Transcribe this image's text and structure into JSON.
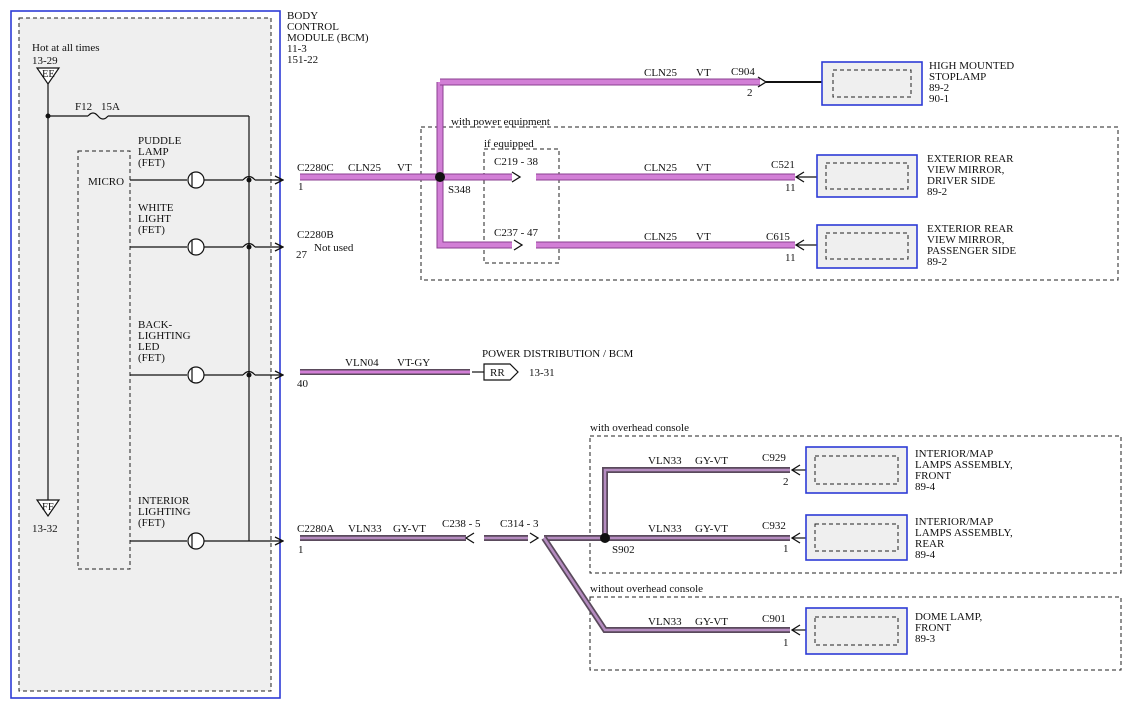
{
  "bcm": {
    "title_line1": "BODY",
    "title_line2": "CONTROL",
    "title_line3": "MODULE (BCM)",
    "ref1": "11-3",
    "ref2": "151-22",
    "hot_label": "Hot at all times",
    "hot_ref": "13-29",
    "top_terminal": "EE",
    "bottom_terminal": "FF",
    "bottom_ref": "13-32",
    "fuse": "F12",
    "fuse_rating": "15A",
    "micro": "MICRO"
  },
  "fets": [
    {
      "l1": "PUDDLE",
      "l2": "LAMP",
      "l3": "(FET)"
    },
    {
      "l1": "WHITE",
      "l2": "LIGHT",
      "l3": "(FET)"
    },
    {
      "l1": "BACK-",
      "l2": "LIGHTING",
      "l3": "LED",
      "l4": "(FET)"
    },
    {
      "l1": "INTERIOR",
      "l2": "LIGHTING",
      "l3": "(FET)"
    }
  ],
  "connectors": {
    "c2280c": "C2280C",
    "c2280c_pin": "1",
    "c2280b": "C2280B",
    "c2280b_pin": "27",
    "not_used": "Not used",
    "pin40": "40",
    "c2280a": "C2280A",
    "c2280a_pin": "1",
    "c904": "C904",
    "c904_pin": "2",
    "c219": "C219 - 38",
    "c237": "C237 - 47",
    "c521": "C521",
    "c521_pin": "11",
    "c615": "C615",
    "c615_pin": "11",
    "c238": "C238 - 5",
    "c314": "C314 - 3",
    "c929": "C929",
    "c929_pin": "2",
    "c932": "C932",
    "c932_pin": "1",
    "c901": "C901",
    "c901_pin": "1"
  },
  "splices": {
    "s348": "S348",
    "s902": "S902"
  },
  "wires": {
    "cln25": "CLN25",
    "vt": "VT",
    "vln04": "VLN04",
    "vtgy": "VT-GY",
    "vln33": "VLN33",
    "gyvt": "GY-VT"
  },
  "groups": {
    "power_equipment": "with power equipment",
    "if_equipped": "if equipped",
    "overhead": "with overhead console",
    "no_overhead": "without overhead console"
  },
  "power_dist": {
    "label": "POWER DISTRIBUTION / BCM",
    "terminal": "RR",
    "ref": "13-31"
  },
  "components": [
    {
      "l1": "HIGH MOUNTED",
      "l2": "STOPLAMP",
      "l3": "89-2",
      "l4": "90-1"
    },
    {
      "l1": "EXTERIOR REAR",
      "l2": "VIEW MIRROR,",
      "l3": "DRIVER SIDE",
      "l4": "89-2"
    },
    {
      "l1": "EXTERIOR REAR",
      "l2": "VIEW MIRROR,",
      "l3": "PASSENGER SIDE",
      "l4": "89-2"
    },
    {
      "l1": "INTERIOR/MAP",
      "l2": "LAMPS ASSEMBLY,",
      "l3": "FRONT",
      "l4": "89-4"
    },
    {
      "l1": "INTERIOR/MAP",
      "l2": "LAMPS ASSEMBLY,",
      "l3": "REAR",
      "l4": "89-4"
    },
    {
      "l1": "DOME LAMP,",
      "l2": "FRONT",
      "l3": "89-3",
      "l4": ""
    }
  ],
  "colors": {
    "vt": "#d27fd6",
    "gy": "#5a4a5c",
    "box": "#2d3bd6"
  }
}
